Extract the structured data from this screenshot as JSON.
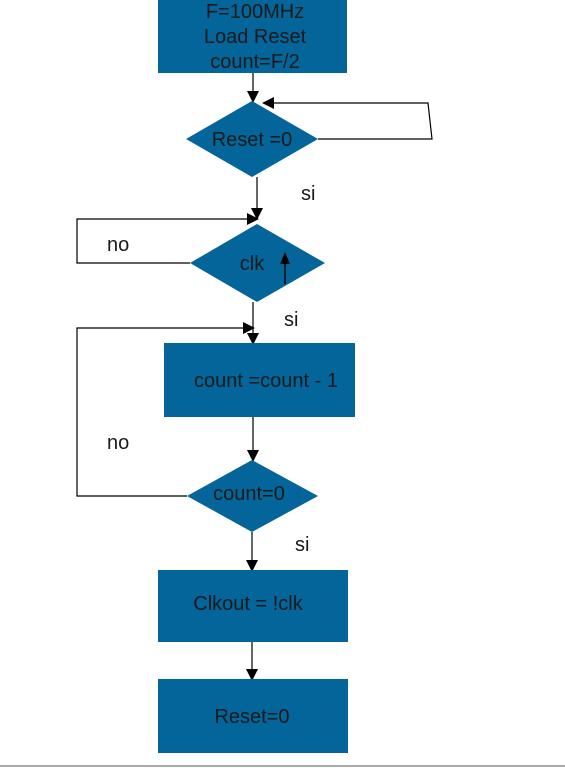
{
  "colors": {
    "node_fill": "#03659a",
    "line": "#000000",
    "text": "#1a1a1a"
  },
  "nodes": {
    "init": {
      "lines": [
        "F=100MHz",
        "Load Reset",
        "count=F/2"
      ]
    },
    "reset_check": {
      "label": "Reset =0"
    },
    "clk_check": {
      "label": "clk",
      "icon": "up-arrow-icon"
    },
    "decrement": {
      "label": "count =count - 1"
    },
    "count_check": {
      "label": "count=0"
    },
    "clkout": {
      "label": "Clkout = !clk"
    },
    "reset_set": {
      "label": "Reset=0"
    }
  },
  "edges": {
    "reset_yes": "si",
    "clk_no": "no",
    "clk_yes": "si",
    "count_no": "no",
    "count_yes": "si"
  }
}
